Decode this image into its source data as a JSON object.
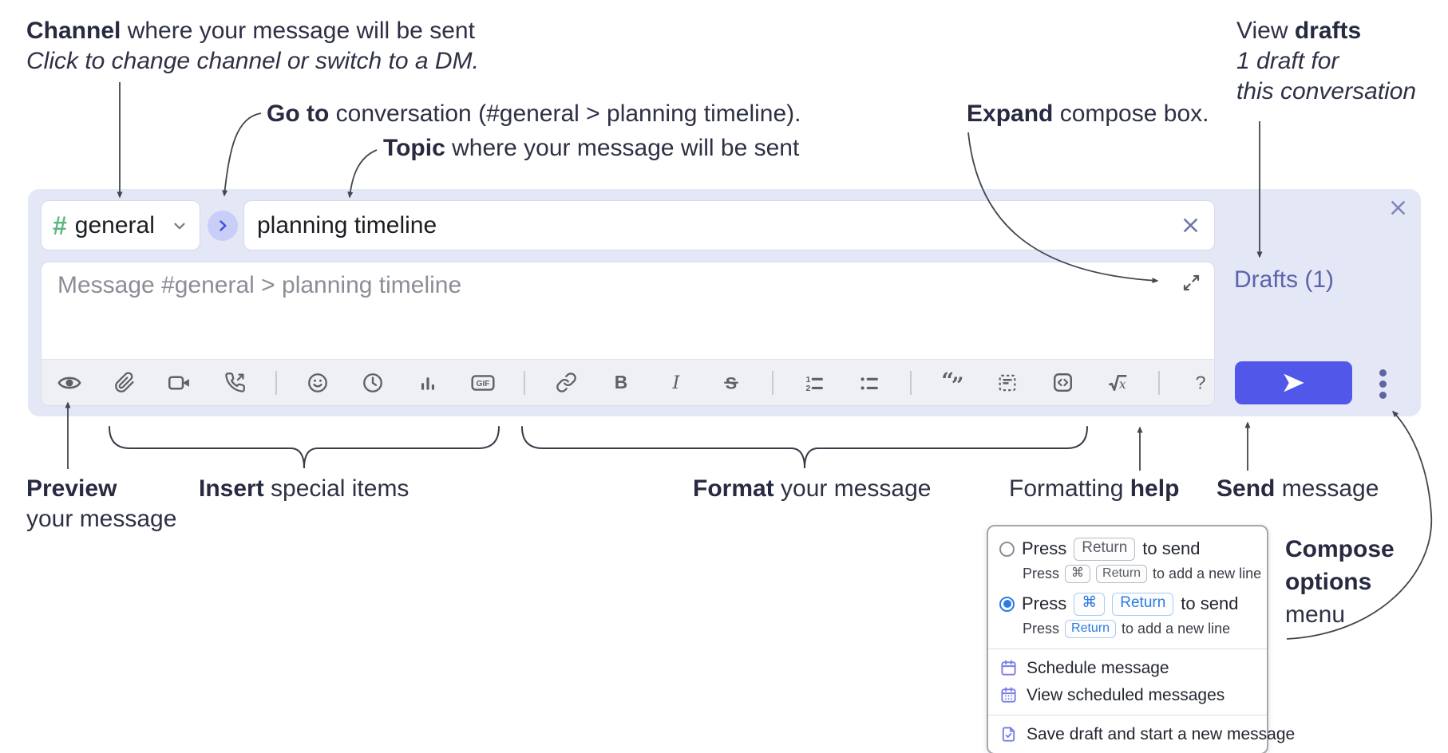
{
  "annotations": {
    "channel": {
      "bold": "Channel",
      "rest": " where your message will be sent",
      "line2": "Click to change channel or switch to a DM."
    },
    "goto": {
      "bold": "Go to",
      "rest": " conversation (#general > planning timeline)."
    },
    "topic": {
      "bold": "Topic",
      "rest": " where your message will be sent"
    },
    "expand": {
      "bold": "Expand",
      "rest": " compose box."
    },
    "drafts": {
      "line1a": "View ",
      "line1b": "drafts",
      "line2": "1 draft for",
      "line3": "this conversation"
    },
    "preview": {
      "bold": "Preview",
      "line2": "your message"
    },
    "insert": {
      "bold": "Insert",
      "rest": " special items"
    },
    "format": {
      "bold": "Format",
      "rest": " your message"
    },
    "help": {
      "regular": "Formatting ",
      "bold": "help"
    },
    "send": {
      "bold": "Send",
      "rest": " message"
    },
    "compose_options": {
      "line1": "Compose",
      "line2": "options",
      "line3": "menu"
    }
  },
  "composer": {
    "channel_hash": "#",
    "channel_name": "general",
    "topic_value": "planning timeline",
    "message_placeholder": "Message #general > planning timeline",
    "drafts_label": "Drafts (1)"
  },
  "toolbar": {
    "gif_label": "GIF",
    "bold_label": "B",
    "italic_label": "I",
    "strike_label": "S",
    "ol_num1": "1",
    "ol_num2": "2",
    "quote_open": "“",
    "quote_close": "”",
    "formula_x": "x",
    "help_label": "?",
    "icon_names": [
      "preview-eye",
      "attach-paperclip",
      "video-camera",
      "call-phone",
      "emoji-smiley",
      "schedule-clock",
      "poll-bar-chart",
      "gif",
      "link",
      "bold",
      "italic",
      "strikethrough",
      "ordered-list",
      "bulleted-list",
      "blockquote",
      "code",
      "code-block",
      "formula",
      "formatting-help"
    ]
  },
  "options_menu": {
    "row1": {
      "selected": false,
      "t1": "Press",
      "key1": "Return",
      "t2": "to send"
    },
    "row1_sub": {
      "t1": "Press",
      "key1": "⌘",
      "key2": "Return",
      "t2": "to add a new line"
    },
    "row2": {
      "selected": true,
      "t1": "Press",
      "key1": "⌘",
      "key2": "Return",
      "t2": "to send"
    },
    "row2_sub": {
      "t1": "Press",
      "key1": "Return",
      "t2": "to add a new line"
    },
    "item_schedule": "Schedule message",
    "item_view_scheduled": "View scheduled messages",
    "item_save_draft": "Save draft and start a new message"
  },
  "colors": {
    "composer_bg": "#e4e7f6",
    "send_button": "#5157e8",
    "drafts_link": "#5d63ab",
    "channel_hash_green": "#5cb87f",
    "goto_circle_bg": "#c8cef8",
    "goto_chevron_blue": "#3c55dc",
    "selected_radio_blue": "#2b7ce2",
    "menu_icon_purple": "#7b7fe0",
    "toolbar_icon_gray": "#5e6066",
    "annotation_text": "#2e3145"
  }
}
